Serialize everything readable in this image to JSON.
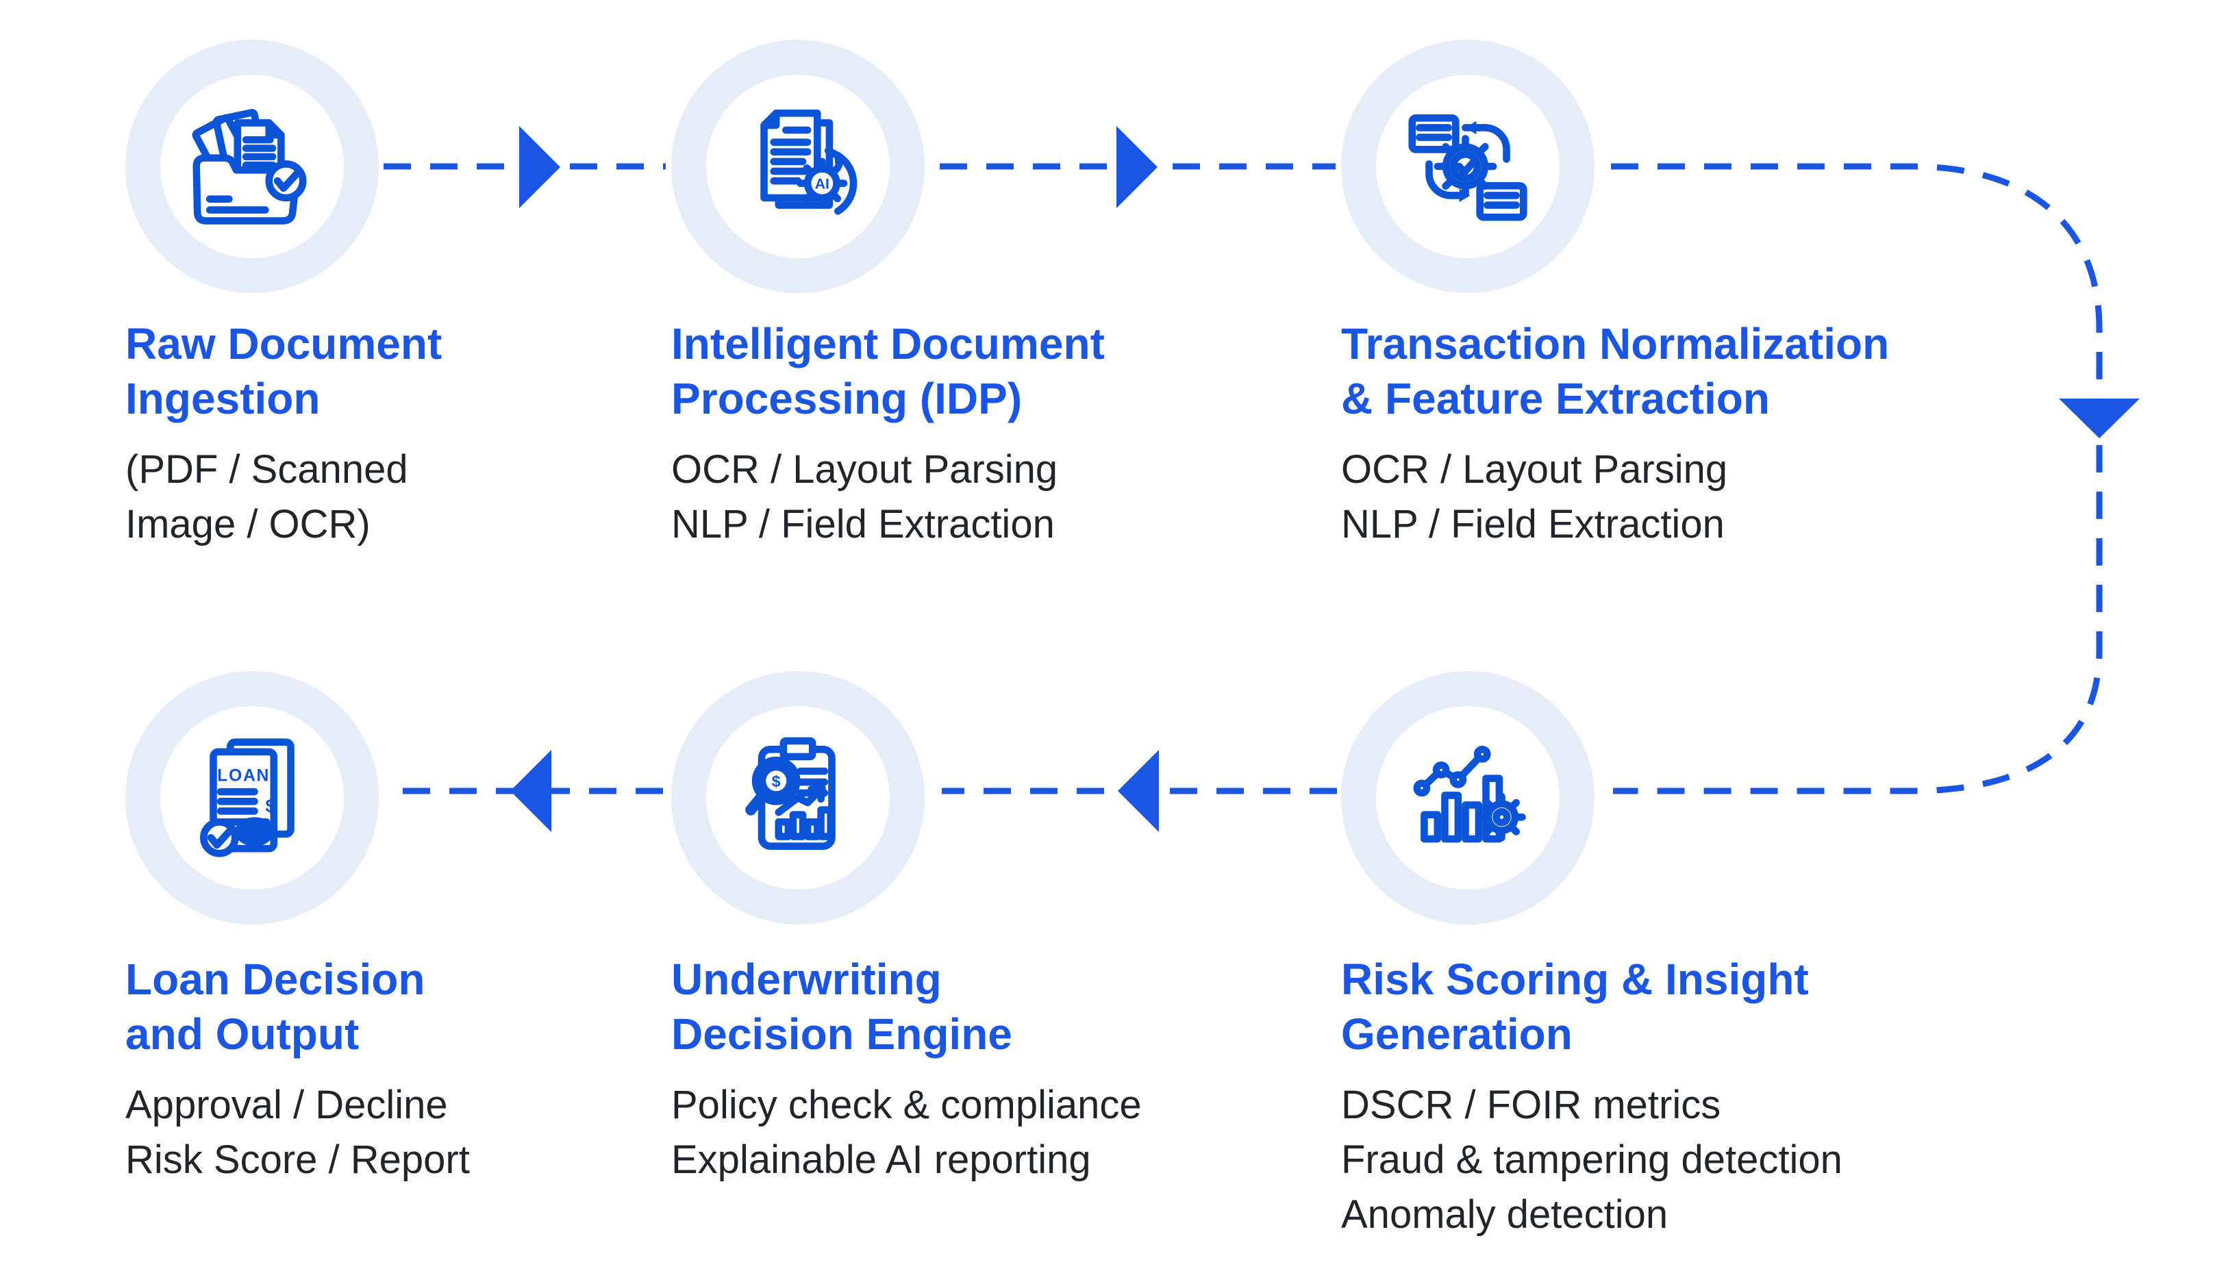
{
  "palette": {
    "accent": "#1a55e3",
    "icon-stroke": "#0b53d7",
    "text-dark": "#212529",
    "ring": "#e7ecf9",
    "bg": "#ffffff"
  },
  "steps": [
    {
      "id": "raw-document-ingestion",
      "icon": "folder-documents-check-icon",
      "title": "Raw Document\nIngestion",
      "details": "(PDF / Scanned\nImage / OCR)"
    },
    {
      "id": "intelligent-document-processing",
      "icon": "document-ai-gear-icon",
      "title": "Intelligent Document\nProcessing (IDP)",
      "details": "OCR / Layout Parsing\nNLP / Field Extraction"
    },
    {
      "id": "transaction-normalization",
      "icon": "gear-sync-cards-icon",
      "title": "Transaction Normalization\n& Feature Extraction",
      "details": "OCR / Layout Parsing\nNLP / Field Extraction"
    },
    {
      "id": "risk-scoring-insight",
      "icon": "chart-gear-icon",
      "title": "Risk Scoring & Insight\nGeneration",
      "details": "DSCR / FOIR metrics\nFraud & tampering detection\nAnomaly detection"
    },
    {
      "id": "underwriting-decision-engine",
      "icon": "clipboard-magnifier-dollar-icon",
      "title": "Underwriting\nDecision Engine",
      "details": "Policy check & compliance\nExplainable AI reporting"
    },
    {
      "id": "loan-decision-output",
      "icon": "loan-document-check-icon",
      "title": "Loan Decision\nand Output",
      "details": "Approval / Decline\nRisk Score / Report"
    }
  ],
  "icon_labels": {
    "ai": "AI",
    "loan": "LOAN",
    "dollar": "$"
  }
}
